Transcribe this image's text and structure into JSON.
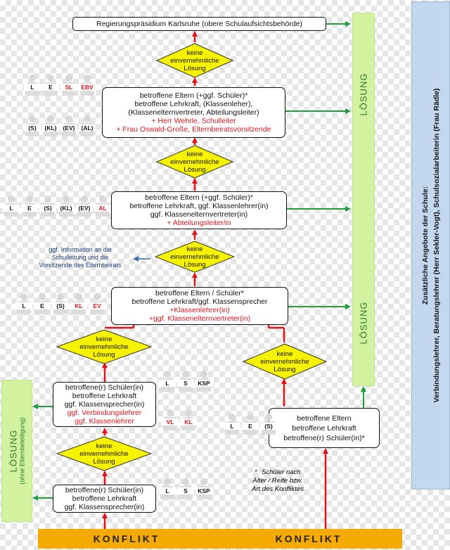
{
  "top_box": "Regierungspräsidium Karlsruhe (obere Schulaufsichtsbehörde)",
  "diamond_lines": [
    "keine",
    "einvernehmliche",
    "Lösung"
  ],
  "level4": {
    "black": [
      "betroffene Eltern (+ggf. Schüler)*",
      "betroffene Lehrkraft, (Klassenleher),",
      "(Klassenelternvertreter,  Abteilungsleiter)"
    ],
    "red": [
      "+ Herr Wehrle, Schulleiter",
      "+ Frau Oswald-Große, Elternbeiratsvorsitzende"
    ]
  },
  "level3": {
    "black": [
      "betroffene Eltern (+ggf. Schüler)*",
      "betroffene Lehrkraft, ggf. Klassenlehrer(in)",
      "ggf. Klassenelternvertreter(in)"
    ],
    "red": [
      "+ Abteilungsleiter/in"
    ]
  },
  "level2": {
    "black": [
      "betroffene Eltern / Schüler*",
      "betroffene Lehrkraft/ggf. Klassensprecher"
    ],
    "red": [
      "+Klassenlehrer(in)",
      "+ggf. Klassenelternvertreter(in)"
    ]
  },
  "left_mid": {
    "black": [
      "betroffene(r) Schüler(in)",
      "betroffene Lehrkraft",
      "ggf. Klassensprecher(in)"
    ],
    "red": [
      "ggf. Verbindungslehrer",
      "ggf. Klassenlehrer"
    ]
  },
  "left_bottom": {
    "black": [
      "betroffene(r) Schüler(in)",
      "betroffene Lehrkraft",
      "ggf. Klassensprecher(in)"
    ]
  },
  "right_bottom": {
    "black": [
      "betroffene Eltern",
      "betroffene Lehrkraft",
      "betroffene(r) Schüler(in)*"
    ]
  },
  "info_text": [
    "ggf. Information an die",
    "Schulleitung und die",
    "Vorsitzende des Elternbeirats"
  ],
  "note_lines": [
    "Schüler nach",
    "Alter / Reife bzw.",
    "Art des Konfliktes"
  ],
  "note_star": "*",
  "loesung": "LÖSUNG",
  "left_loesung": "LÖSUNG",
  "left_loesung_sub": "(ohne Elternbeteiligung)",
  "konflikt": "KONFLIKT",
  "blue_panel": {
    "title": "Zusätzliche Angebote der Schule:",
    "line1": "Verbindungslehrer,  Beratungslehrer (Herr Sekler-Vogt),  Schulsozialarbeiterin (Frau Rädle)"
  },
  "people_groups": {
    "g1": [
      "L",
      "E",
      "SL",
      "EBV"
    ],
    "g2": [
      "(S)",
      "(KL)",
      "(EV)",
      "(AL)"
    ],
    "g3": [
      "L",
      "E",
      "(S)",
      "(KL)",
      "(EV)",
      "AL"
    ],
    "g4": [
      "L",
      "E",
      "(S)",
      "KL",
      "EV"
    ],
    "g5": [
      "L",
      "S",
      "KSP"
    ],
    "g6": [
      "VL",
      "KL"
    ],
    "g7": [
      "L",
      "E",
      "(S)"
    ],
    "g8": [
      "L",
      "S",
      "KSP"
    ]
  },
  "people_red": {
    "g1": [
      false,
      false,
      true,
      true
    ],
    "g2": [
      false,
      false,
      false,
      false
    ],
    "g3": [
      false,
      false,
      false,
      false,
      false,
      true
    ],
    "g4": [
      false,
      false,
      false,
      true,
      true
    ],
    "g5": [
      false,
      false,
      false
    ],
    "g6": [
      true,
      true
    ],
    "g7": [
      false,
      false,
      false
    ],
    "g8": [
      false,
      false,
      false
    ]
  },
  "colors": {
    "arrow_red": "#e1141b",
    "arrow_green": "#1f9e3a",
    "arrow_blue": "#3a6fb0",
    "diamond_fill": "#f7f200",
    "loesung_panel": "#d2f2a0",
    "konflikt_bar": "#f4aa00",
    "info_panel": "#c3d8ee"
  }
}
